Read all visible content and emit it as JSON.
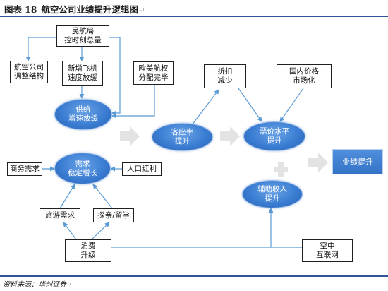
{
  "header": {
    "figure_label": "图表",
    "figure_number": "18",
    "title": "航空公司业绩提升逻辑图",
    "title_mark": "↵"
  },
  "footer": {
    "source": "资料来源：华创证券",
    "source_mark": "↵"
  },
  "boxes": {
    "caac": "民航局\n控时刻总量",
    "airline_restructure": "航空公司\n调整结构",
    "new_aircraft": "新增飞机\n速度放缓",
    "eu_us_rights": "欧美航权\n分配完毕",
    "discount": "折扣\n减少",
    "domestic_price": "国内价格\n市场化",
    "business_demand": "商务需求",
    "population_dividend": "人口红利",
    "travel_demand": "旅游需求",
    "visit_study": "探亲/留学",
    "consumption_upgrade": "消费\n升级",
    "inflight_internet": "空中\n互联网"
  },
  "ovals": {
    "supply_growth": "供给\n增速放缓",
    "demand_growth": "需求\n稳定增长",
    "load_factor": "客座率\n提升",
    "fare_level": "票价水平\n提升",
    "ancillary_revenue": "辅助收入\n提升"
  },
  "result": {
    "label": "业绩提升"
  },
  "colors": {
    "connector": "#5b9bd5",
    "big_arrow": "#e3e3e3",
    "oval": "#3a7dd2",
    "rule": "#2f5596"
  }
}
